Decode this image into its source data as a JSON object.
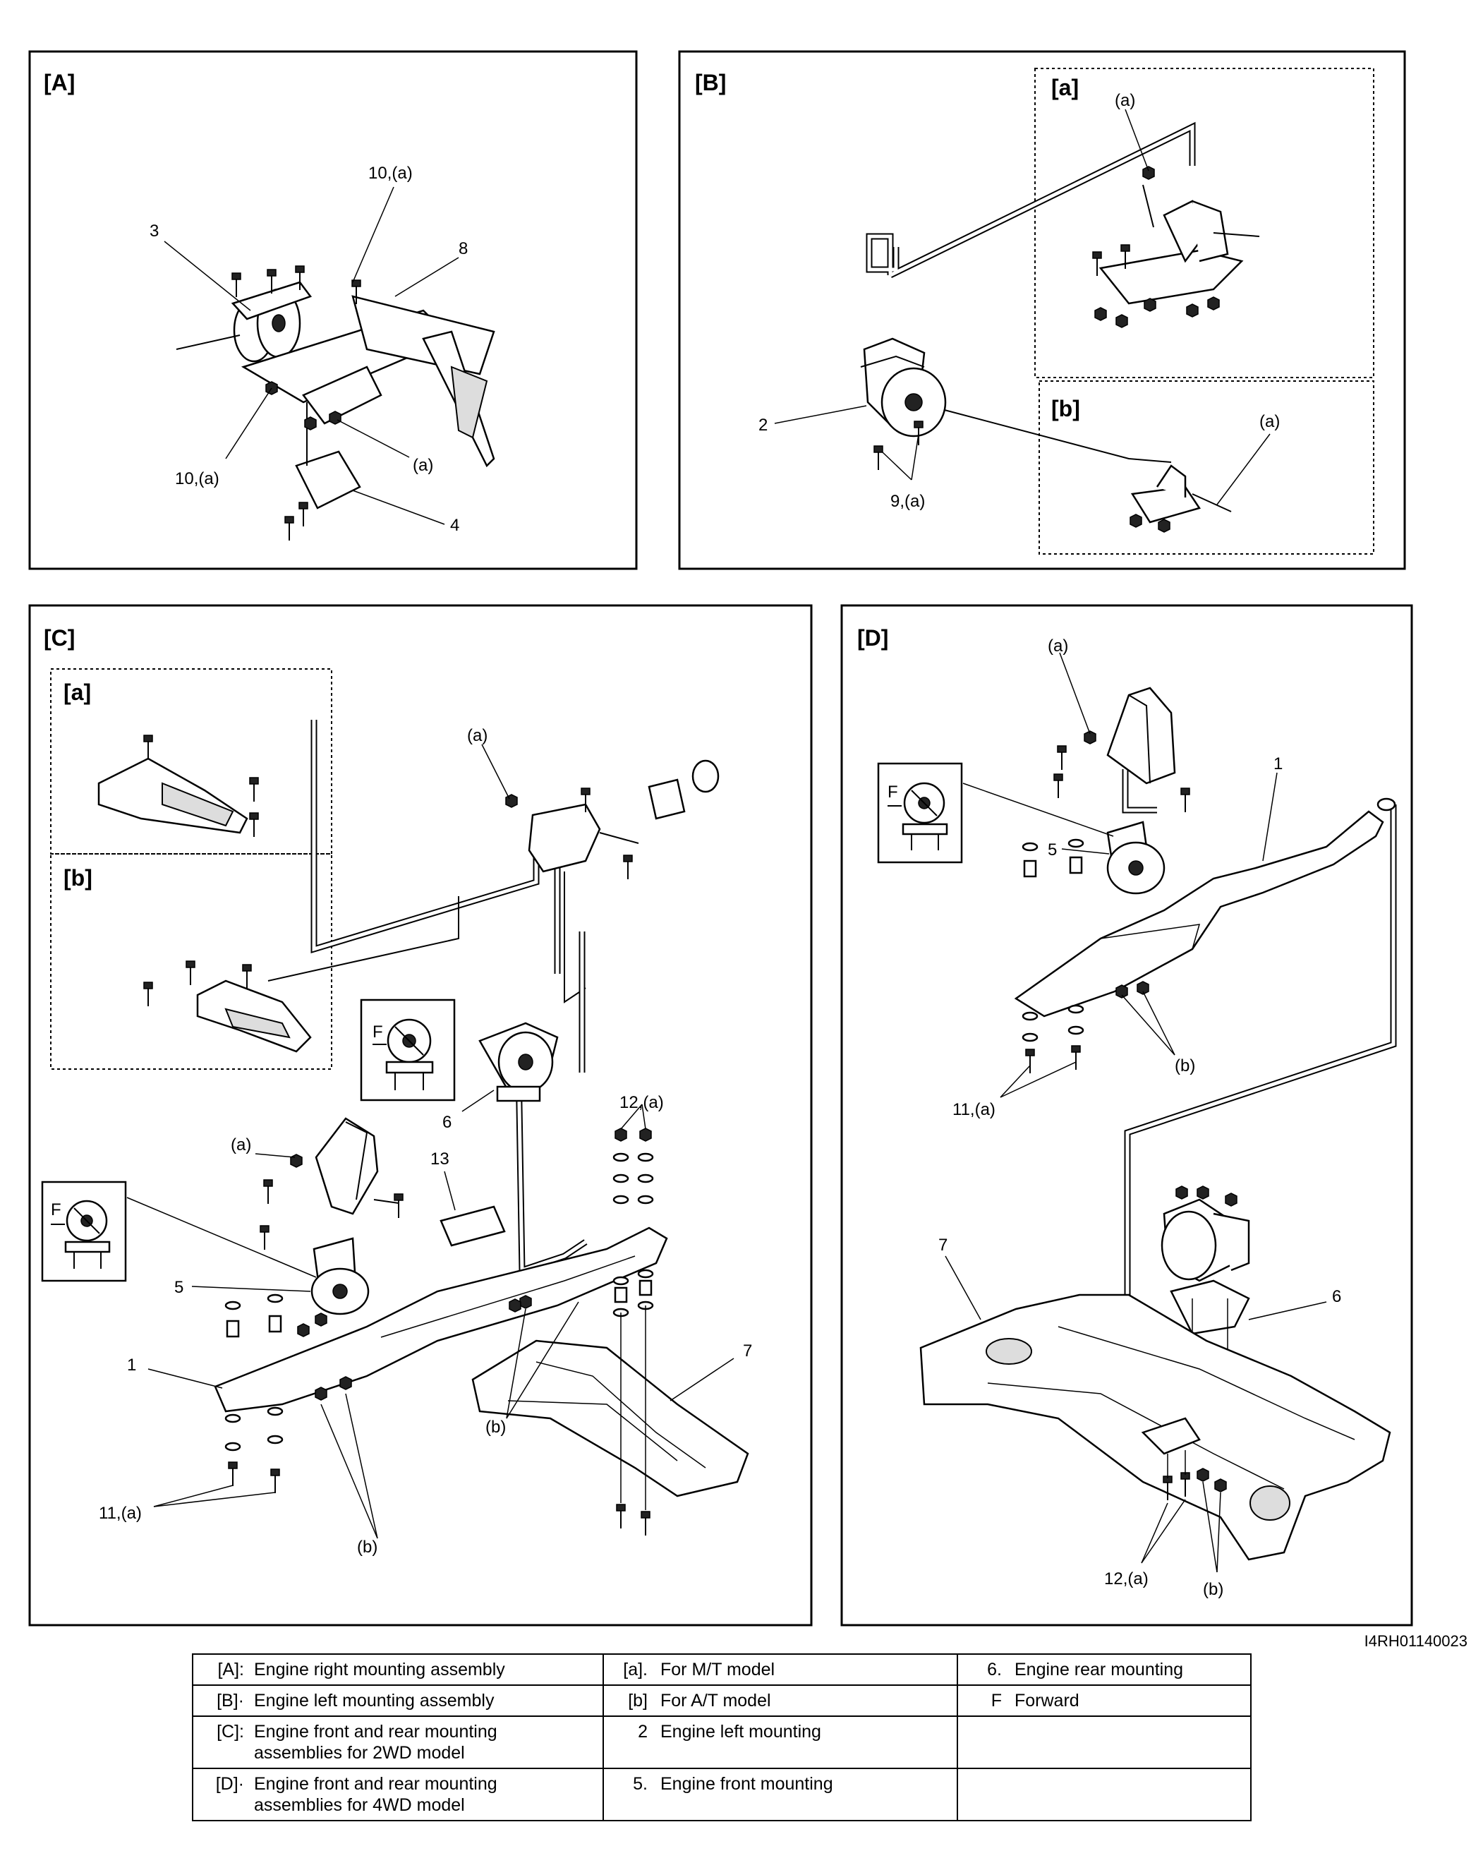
{
  "panels": {
    "A": {
      "title": "[A]",
      "labels": [
        "3",
        "10,(a)",
        "8",
        "10,(a)",
        "(a)",
        "4"
      ]
    },
    "B": {
      "title": "[B]",
      "sub_a": "[a]",
      "sub_b": "[b]",
      "labels": [
        "(a)",
        "2",
        "9,(a)",
        "(a)"
      ]
    },
    "C": {
      "title": "[C]",
      "sub_a": "[a]",
      "sub_b": "[b]",
      "forward_mark": "F",
      "labels": [
        "(a)",
        "6",
        "(a)",
        "12,(a)",
        "13",
        "5",
        "1",
        "7",
        "11,(a)",
        "(b)",
        "(b)"
      ]
    },
    "D": {
      "title": "[D]",
      "forward_mark": "F",
      "labels": [
        "(a)",
        "1",
        "5",
        "(b)",
        "11,(a)",
        "7",
        "6",
        "12,(a)",
        "(b)"
      ]
    }
  },
  "figure_code": "I4RH01140023",
  "legend": [
    [
      {
        "key": "[A]:",
        "text": "Engine right mounting assembly"
      },
      {
        "key": "[a].",
        "text": "For M/T model"
      },
      {
        "key": "6.",
        "text": "Engine rear mounting"
      }
    ],
    [
      {
        "key": "[B]·",
        "text": "Engine left mounting assembly"
      },
      {
        "key": "[b]",
        "text": "For A/T model"
      },
      {
        "key": "F",
        "text": "Forward"
      }
    ],
    [
      {
        "key": "[C]:",
        "text": "Engine front and rear mounting assemblies for 2WD model"
      },
      {
        "key": "2",
        "text": "Engine left mounting"
      },
      {
        "key": "",
        "text": ""
      }
    ],
    [
      {
        "key": "[D]·",
        "text": "Engine front and rear mounting assemblies for 4WD model"
      },
      {
        "key": "5.",
        "text": "Engine front mounting"
      },
      {
        "key": "",
        "text": ""
      }
    ]
  ]
}
